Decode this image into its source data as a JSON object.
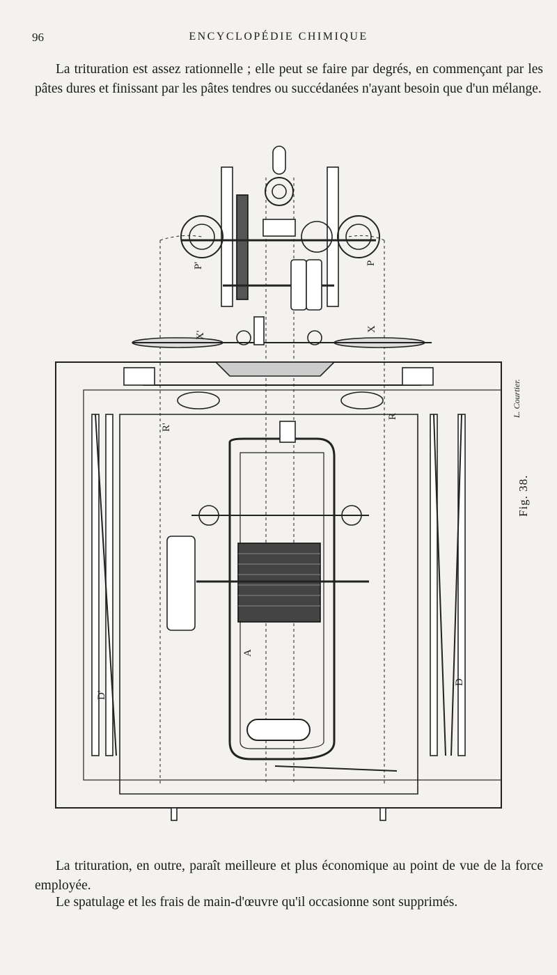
{
  "header": {
    "page_number": "96",
    "running_head": "ENCYCLOPÉDIE CHIMIQUE"
  },
  "paragraphs": [
    "La trituration est assez rationnelle ; elle peut se faire par degrés, en commençant par les pâtes dures et finissant par les pâtes tendres ou succédanées n'ayant besoin que d'un mélange.",
    "La trituration, en outre, paraît meilleure et plus économique au point de vue de la force employée.",
    "Le spatulage et les frais de main-d'œuvre qu'il occasionne sont supprimés."
  ],
  "figure": {
    "caption": "Fig. 38.",
    "engraver": "L. Courtier.",
    "labels": {
      "A": "A",
      "D": "D",
      "D_prime": "D'",
      "P": "P",
      "P_prime": "P'",
      "X": "X",
      "X_prime": "X'",
      "R": "R",
      "R_prime": "R'"
    }
  }
}
